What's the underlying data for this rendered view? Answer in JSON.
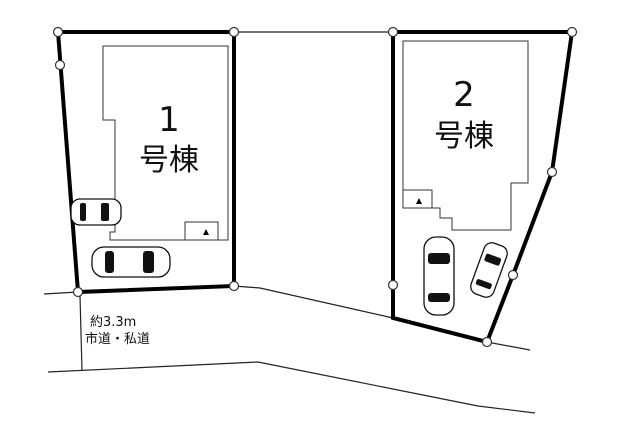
{
  "buildings": [
    {
      "number": "1",
      "name": "号棟"
    },
    {
      "number": "2",
      "name": "号棟"
    }
  ],
  "road_note": {
    "width": "約3.3m",
    "type": "市道・私道"
  },
  "icons": [
    "up-triangle-icon",
    "car-icon"
  ]
}
